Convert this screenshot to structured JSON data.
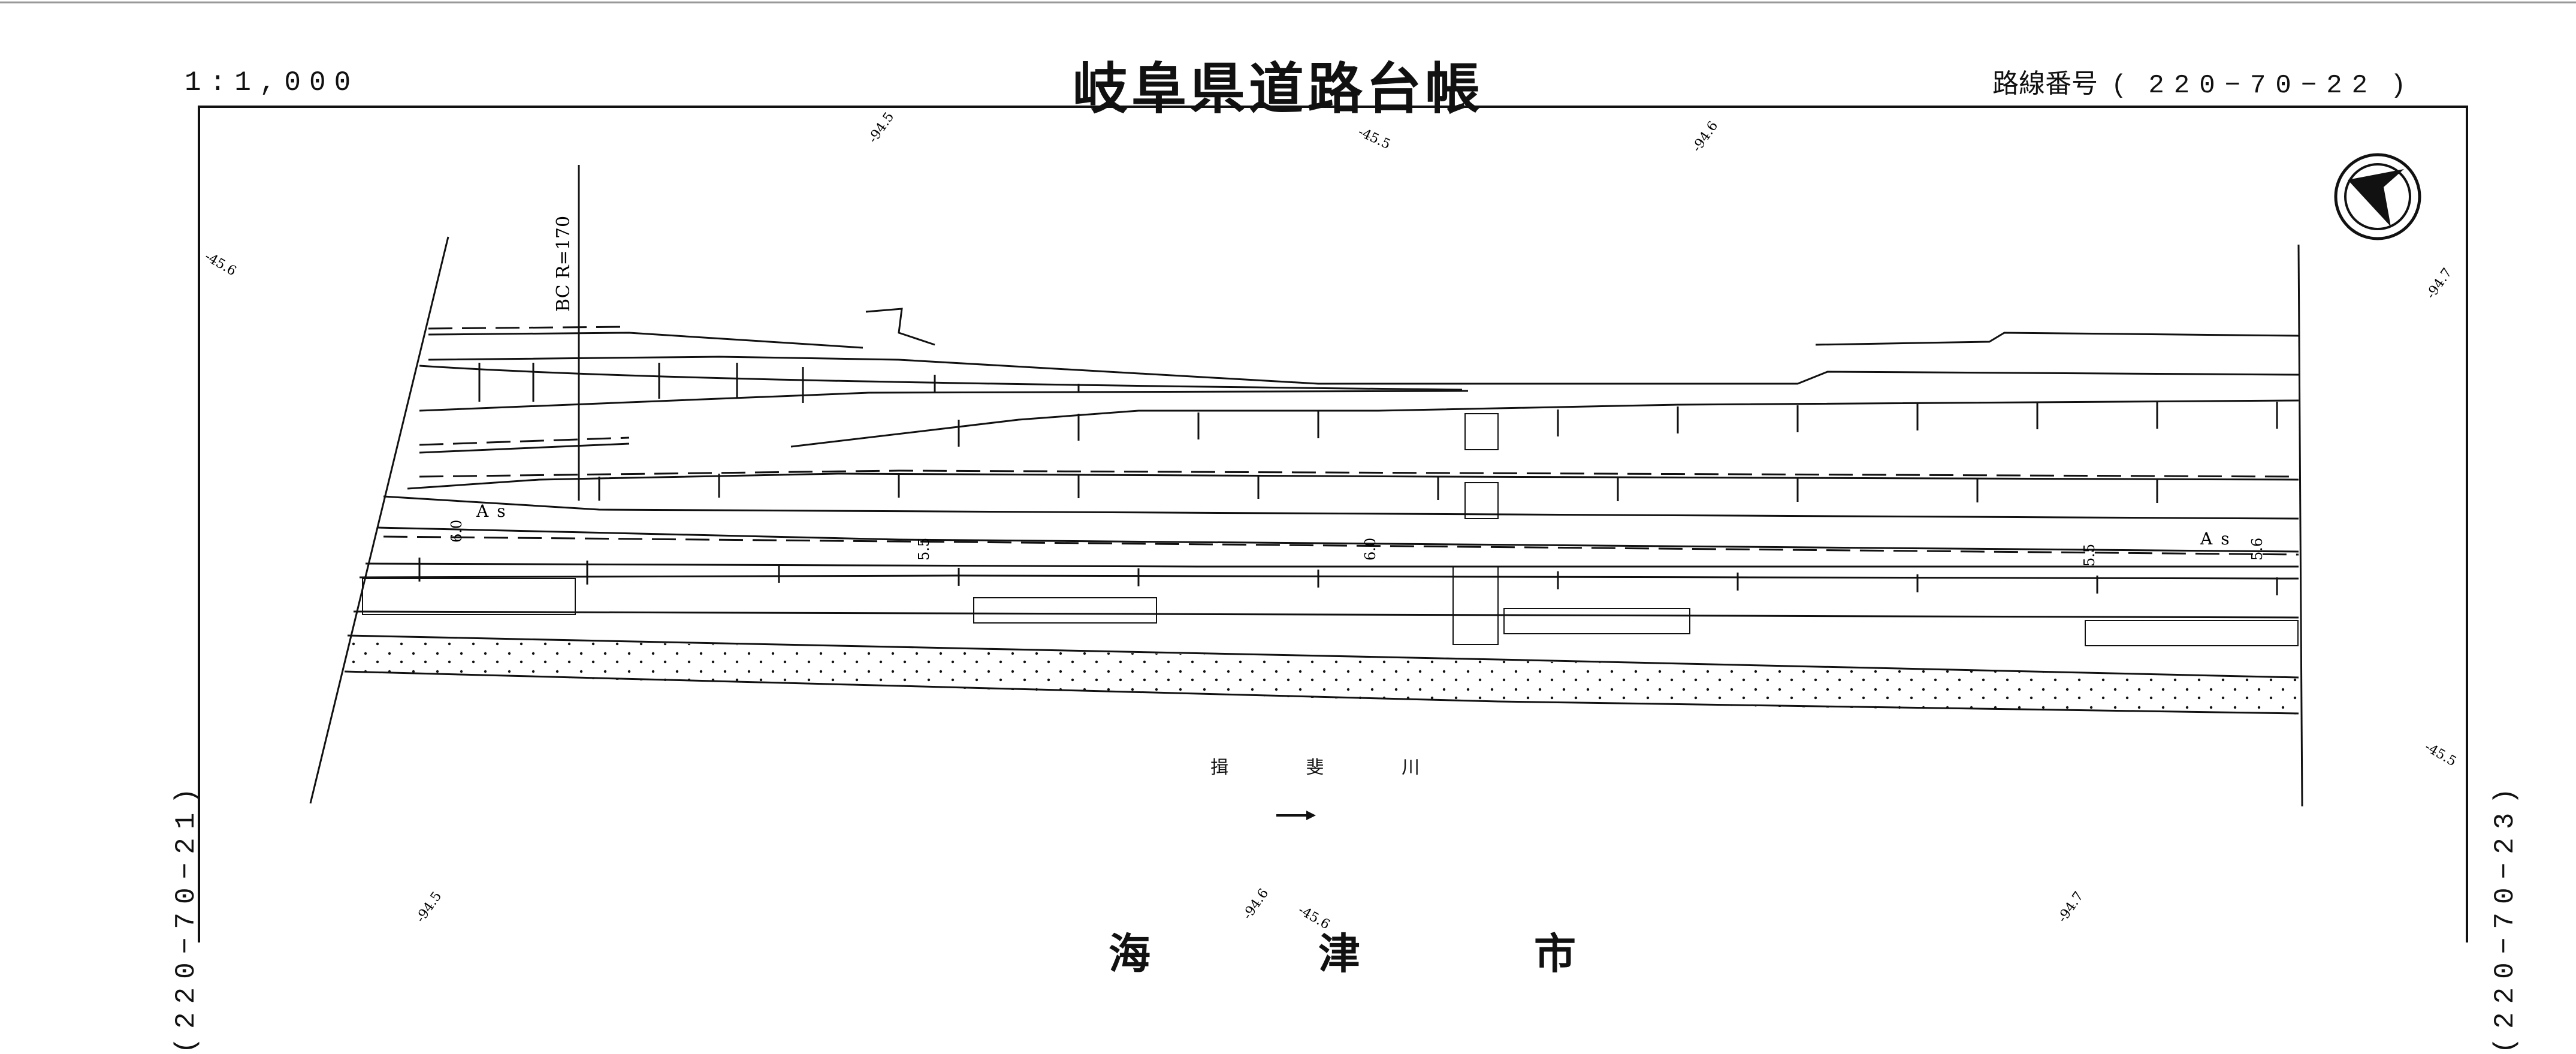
{
  "header": {
    "scale": "1:1,000",
    "title": "岐阜県道路台帳",
    "route_label": "路線番号",
    "route_open": "(",
    "route_number": "220−70−22",
    "route_close": ")"
  },
  "adjacent_sheets": {
    "left": "(220−70−21)",
    "right": "(220−70−23)"
  },
  "map_labels": {
    "curve": "BC  R=170",
    "river_name": "揖 斐 川",
    "surface_left": "As",
    "surface_right": "As",
    "widths": [
      "6.0",
      "5.5",
      "6.0",
      "5.5",
      "5.6"
    ],
    "elevations_top": [
      "-94.5",
      "-45.5",
      "-94.6",
      "-45.6",
      "-94.7"
    ],
    "elevations_right": "-45.5",
    "elevations_bottom": [
      "-94.5",
      "-94.6",
      "-45.6",
      "-94.7"
    ],
    "bottom_text": [
      "海",
      "津",
      "市"
    ]
  },
  "colors": {
    "ink": "#111111",
    "paper": "#ffffff"
  },
  "icons": {
    "north_arrow": "compass-arrow-icon",
    "flow_arrow": "river-flow-arrow-icon"
  }
}
